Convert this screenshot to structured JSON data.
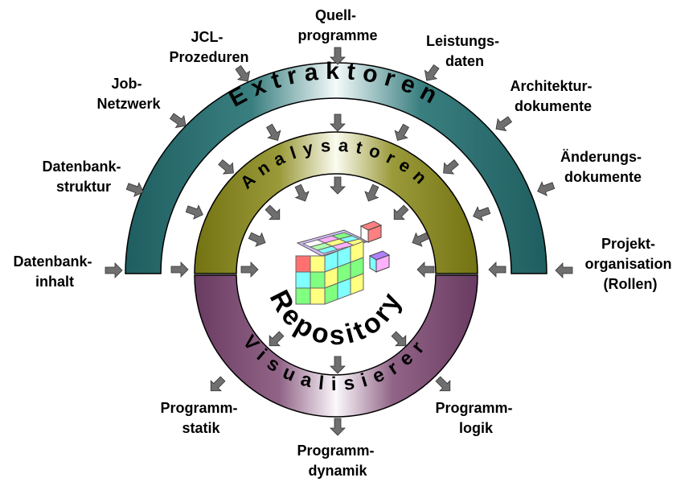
{
  "rings": {
    "outer": "Extraktoren",
    "middle": "Analysatoren",
    "lower": "Visualisierer",
    "center": "Repository"
  },
  "colors": {
    "outer_ring": "#2a6b6b",
    "middle_ring": "#7a7a10",
    "lower_ring": "#6e3f66",
    "arrow": "#6f6f6f"
  },
  "inputs": {
    "quellprogramme": [
      "Quell-",
      "programme"
    ],
    "jcl": [
      "JCL-",
      "Prozeduren"
    ],
    "leistungsdaten": [
      "Leistungs-",
      "daten"
    ],
    "job_netzwerk": [
      "Job-",
      "Netzwerk"
    ],
    "architektur": [
      "Architektur-",
      "dokumente"
    ],
    "datenbankstruktur": [
      "Datenbank-",
      "struktur"
    ],
    "aenderung": [
      "Änderungs-",
      "dokumente"
    ],
    "datenbankinhalt": [
      "Datenbank-",
      "inhalt"
    ],
    "projektorganisation": [
      "Projekt-",
      "organisation",
      "(Rollen)"
    ]
  },
  "outputs": {
    "statik": [
      "Programm-",
      "statik"
    ],
    "logik": [
      "Programm-",
      "logik"
    ],
    "dynamik": [
      "Programm-",
      "dynamik"
    ]
  }
}
